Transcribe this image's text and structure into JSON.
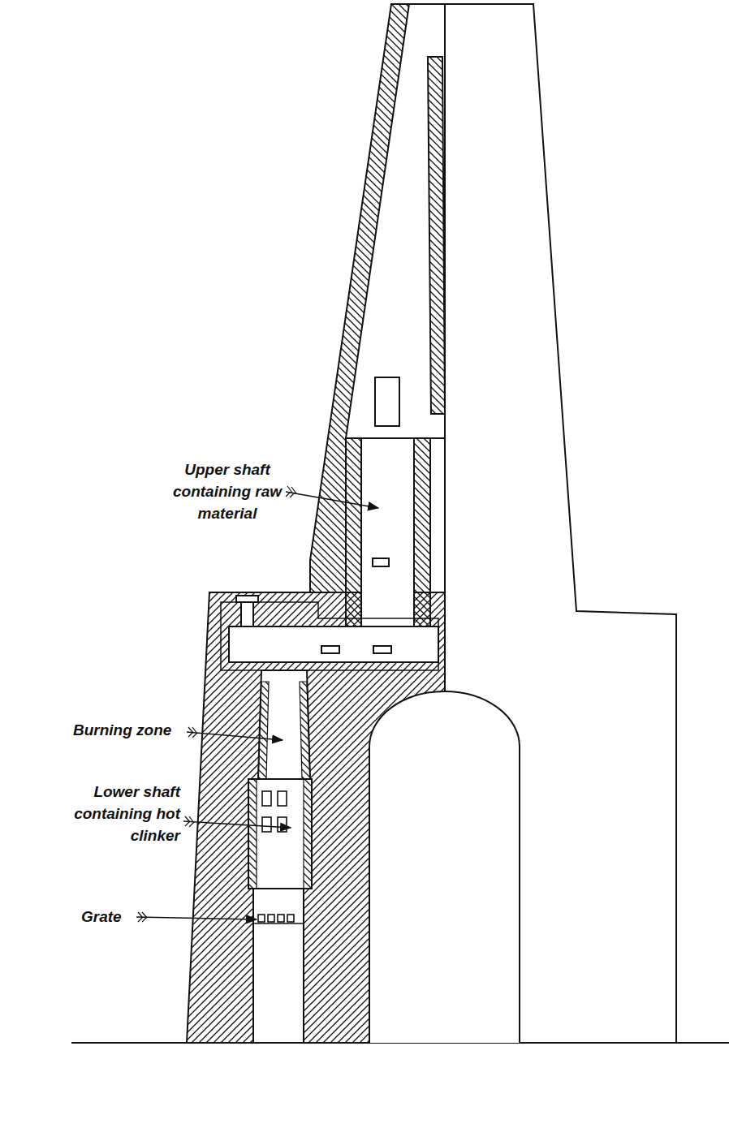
{
  "diagram": {
    "labels": [
      "Upper shaft containing raw material",
      "Burning zone",
      "Lower shaft containing hot clinker",
      "Grate"
    ]
  }
}
